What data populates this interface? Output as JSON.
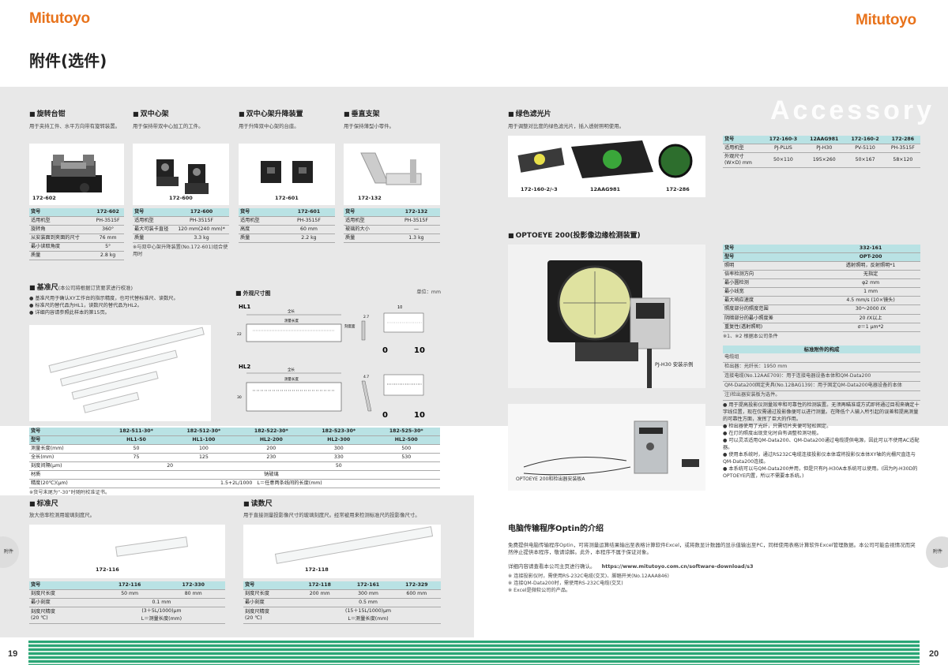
{
  "header": {
    "brand": "Mitutoyo",
    "page_title": "附件(选件)",
    "accessory": "Accessory"
  },
  "footer": {
    "left_page": "19",
    "right_page": "20",
    "tab_left": "附件",
    "tab_right": "附件"
  },
  "vise": {
    "title": "旋转台钳",
    "desc": "用于夹持工件、水平方向带有旋转装置。",
    "photo_label": "172-602",
    "rows": [
      [
        "货号",
        "172-602"
      ],
      [
        "适用机型",
        "PH-3515F"
      ],
      [
        "旋转角",
        "360°"
      ],
      [
        "从安装面到夹面的尺寸",
        "76 mm"
      ],
      [
        "最小读取角度",
        "5°"
      ],
      [
        "质量",
        "2.8 kg"
      ]
    ]
  },
  "center": {
    "title": "双中心架",
    "desc": "用于保持带双中心加工的工件。",
    "photo_label": "172-600",
    "rows": [
      [
        "货号",
        "172-600"
      ],
      [
        "适用机型",
        "PH-3515F"
      ],
      [
        "最大可装卡直径",
        "120 mm(240 mm)*"
      ],
      [
        "质量",
        "3.3 kg"
      ]
    ],
    "note": "※与双中心架升降装置(No.172-601)组合使用时"
  },
  "lift": {
    "title": "双中心架升降装置",
    "desc": "用于升降双中心架的台座。",
    "photo_label": "172-601",
    "rows": [
      [
        "货号",
        "172-601"
      ],
      [
        "适用机型",
        "PH-3515F"
      ],
      [
        "高度",
        "60 mm"
      ],
      [
        "质量",
        "2.2 kg"
      ]
    ]
  },
  "vstand": {
    "title": "垂直支架",
    "desc": "用于保持薄型小零件。",
    "photo_label": "172-132",
    "rows": [
      [
        "货号",
        "172-132"
      ],
      [
        "适用机型",
        "PH-3515F"
      ],
      [
        "玻璃的大小",
        "—"
      ],
      [
        "质量",
        "1.3 kg"
      ]
    ]
  },
  "scale": {
    "title": "基准尺",
    "title_note": "(本公司将根据订货要求进行校准)",
    "bullets": [
      "基准尺用于确认XY工作台的指示精度，也可代替标准尺、读数尺。",
      "标准尺的替代品为HL1，读数尺的替代品为HL2。",
      "详细内容请参照此样本的第15页。"
    ],
    "dims_title": "外观尺寸图",
    "unit": "单位：mm",
    "hl1": "HL1",
    "hl2": "HL2",
    "hl1_top": "全长",
    "hl1_sub": "测量长度",
    "hl2_top": "全长",
    "hl2_sub": "测量长度",
    "dim_10": "10",
    "dim_0": "0",
    "dim_27": "2.7",
    "dim_47": "4.7",
    "dim_22": "22",
    "dim_30": "30",
    "tick_label": "刻度面",
    "header": [
      "货号",
      "182-511-30*",
      "182-512-30*",
      "182-522-30*",
      "182-523-30*",
      "182-525-30*"
    ],
    "model": [
      "型号",
      "HL1-50",
      "HL1-100",
      "HL2-200",
      "HL2-300",
      "HL2-500"
    ],
    "len": [
      "测量长度(mm)",
      "50",
      "100",
      "200",
      "300",
      "500"
    ],
    "total": [
      "全长(mm)",
      "75",
      "125",
      "230",
      "330",
      "530"
    ],
    "pitch_label": "刻度间隔(μm)",
    "pitch_a": "20",
    "pitch_b": "50",
    "material_label": "材质",
    "material": "钠玻璃",
    "acc_label": "精度(20℃)(μm)",
    "acc": "1.5+2L/1000　L＝任意两条线间的长度(mm)",
    "note": "※货号末尾为“-30”时随附校准证书。"
  },
  "stdscale": {
    "title": "标准尺",
    "desc": "放大倍率检测用玻璃刻度尺。",
    "photo_label": "172-116",
    "header": [
      "货号",
      "172-116",
      "172-330"
    ],
    "len": [
      "刻度尺长度",
      "50 mm",
      "80 mm"
    ],
    "min": [
      "最小刻度",
      "0.1 mm"
    ],
    "acc_label": "刻度尺精度",
    "acc_label2": "(20 ℃)",
    "acc1": "(3＋5L/1000)μm",
    "acc2": "L＝测量长度(mm)"
  },
  "readscale": {
    "title": "读数尺",
    "desc": "用于直接测量投影像尺寸的玻璃刻度尺。经常被用来检测标准尺的投影像尺寸。",
    "photo_label": "172-118",
    "header": [
      "货号",
      "172-118",
      "172-161",
      "172-329"
    ],
    "len": [
      "刻度尺长度",
      "200 mm",
      "300 mm",
      "600 mm"
    ],
    "min": [
      "最小刻度",
      "0.5 mm"
    ],
    "acc_label": "刻度尺精度",
    "acc_label2": "(20 ℃)",
    "acc1": "(15＋15L/1000)μm",
    "acc2": "L＝测量长度(mm)"
  },
  "filter": {
    "title": "绿色滤光片",
    "desc": "用于调整对比度的绿色滤光片，插入透射照明使用。",
    "labels": [
      "172-160-2/-3",
      "12AAG981",
      "172-286"
    ],
    "header": [
      "货号",
      "172-160-3",
      "12AAG981",
      "172-160-2",
      "172-286"
    ],
    "model": [
      "适用机型",
      "PJ-PLUS",
      "PJ-H30",
      "PV-5110",
      "PH-3515F"
    ],
    "size_label": "外观尺寸",
    "size_label2": "(W×D) mm",
    "size": [
      "50×110",
      "195×260",
      "50×167",
      "58×120"
    ],
    "colors": {
      "green": "#3aa63a",
      "yellow": "#e8e04a",
      "dark": "#2d6e2d"
    }
  },
  "optoeye": {
    "title": "OPTOEYE 200(投影像边缘检测装置)",
    "photo_caption": "PJ-H30 安装示例",
    "photo2_caption": "OPTOEYE 200和检出器安装板A",
    "spec_head": [
      "货号",
      "332-161"
    ],
    "spec": [
      [
        "型号",
        "OPT-200"
      ],
      [
        "照明",
        "透射照明，反射照明*1"
      ],
      [
        "倍率检测方向",
        "无指定"
      ],
      [
        "最小圆检测",
        "φ2 mm"
      ],
      [
        "最小线宽",
        "1 mm"
      ],
      [
        "最大响应速度",
        "4.5 mm/s (10×镜头)"
      ],
      [
        "照度部分的照度范围",
        "30～2000 ℓX"
      ],
      [
        "阴暗部分的最小照度差",
        "20 ℓX以上"
      ],
      [
        "重复性(透射照明)",
        "σ＝1 μm*2"
      ]
    ],
    "spec_note": "※1、※2 根据本公司条件",
    "std_title": "标准附件的构成",
    "std": [
      "电缆组",
      "检出器：光纤长：1950 mm",
      "连接电缆(No.12AAE709)：用于连接电器设备本体和QM-Data200",
      "QM-Data200固定夹具(No.12BAG139)：用于固定QM-Data200电器设备的本体",
      "注)检出器安装板为选件。"
    ],
    "bullets": [
      "用于提高投影仪测量效率和可靠性的检测装置。无须再瞄准或方式即将通过目视来确定十字线位置，现在仅需通过投影像便可以进行测量。在降低个人输入所引起的误差和提高测量的可靠性方面，发挥了巨大的作用。",
      "检出器使用了光纤，只需切片夹便可轻松固定。",
      "在灯的照度出现变化时自有调整检测功能。",
      "可以灵活适用QM-Data200、QM-Data200通过电缆提供电源，因此可以不使用AC适配器。",
      "使用本系统时，通过RS232C电缆连接投影仪本体或将投影仪本体XY轴的光栅尺直连与QM-Data200连接。",
      "本系统可以与QM-Data200并用，但是只有PJ-H30A本系统可以使用。(因为PJ-H30D的OPTOEYE内置，所以不需要本系统。)"
    ]
  },
  "optin": {
    "title": "电脑传输程序Optin的介绍",
    "desc": "免费提供电脑传输程序Optin，可将测量运算结果输出至表格计算软件Excel，或将数显计数器的显示值输出至PC，同样使用表格计算软件Excel管理数据。本公司可能会视情况而突然停止提供本程序，敬请谅解。此外，本程序不属于保证对象。",
    "url_lead": "详细内容请查看本公司主页进行确认。",
    "url": "https://www.mitutoyo.com.cn/software-download/s3",
    "notes": [
      "※ 连接投影仪时，需使用RS-232C电缆(交叉)、脚踏开关(No.12AAA846)",
      "※ 连接QM-Data200时，需使用RS-232C电缆(交叉)",
      "※ Excel是微软公司的产品。"
    ]
  }
}
